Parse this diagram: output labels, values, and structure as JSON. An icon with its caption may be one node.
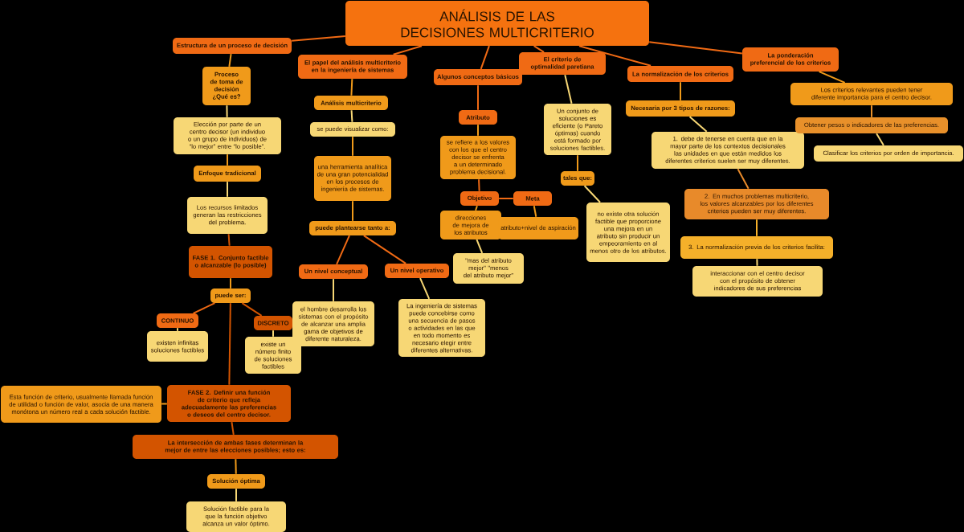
{
  "diagram": {
    "nodes": [
      {
        "text": [
          "ANÁLISIS DE LAS DECISIONES MULTICRITERIO"
        ]
      },
      {
        "text": [
          "Estructura de un proceso de decisión"
        ]
      },
      {
        "text": [
          "Proceso de toma de decisión ¿Qué es?"
        ]
      },
      {
        "text": [
          "Elección por parte de un centro decisor (un individuo o un grupo de individuos) de “lo mejor” entre “lo posible”."
        ]
      },
      {
        "text": [
          "Enfoque tradicional"
        ]
      },
      {
        "text": [
          "Los recursos limitados generan las restricciones del problema."
        ]
      },
      {
        "text": [
          "FASE 1. Conjunto factible o alcanzable (lo posible)"
        ]
      },
      {
        "text": [
          "puede ser:"
        ]
      },
      {
        "text": [
          "CONTINUO"
        ]
      },
      {
        "text": [
          "existen infinitas soluciones factibles"
        ]
      },
      {
        "text": [
          "DISCRETO"
        ]
      },
      {
        "text": [
          "existe un número finito de soluciones factibles"
        ]
      },
      {
        "text": [
          "Esta función de criterio, usualmente llamada función de utilidad o función de valor, asocia de una manera monótona un número real a cada solución factible."
        ]
      },
      {
        "text": [
          "FASE 2. Definir una función de criterio que refleja adecuadamente las preferencias o deseos del centro decisor."
        ]
      },
      {
        "text": [
          "La intersección de ambas fases determinan la mejor de entre las elecciones posibles; esto es:"
        ]
      },
      {
        "text": [
          "Solución óptima"
        ]
      },
      {
        "text": [
          "Solución factible para la que la función objetivo alcanza un valor óptimo."
        ]
      },
      {
        "text": [
          "El papel del análisis multicriterio en la ingeniería de sistemas"
        ]
      },
      {
        "text": [
          "Análisis multicriterio"
        ]
      },
      {
        "text": [
          "se puede visualizar como:"
        ]
      },
      {
        "text": [
          "una herramienta analítica de una gran potencialidad en los procesos de ingeniería de sistemas."
        ]
      },
      {
        "text": [
          "puede plantearse tanto a:"
        ]
      },
      {
        "text": [
          "Un nivel conceptual"
        ]
      },
      {
        "text": [
          "Un nivel operativo"
        ]
      },
      {
        "text": [
          "el hombre desarrolla los sistemas con el propósito de alcanzar una amplia gama de objetivos de diferente naturaleza."
        ]
      },
      {
        "text": [
          "La ingeniería de sistemas puede concebirse como una secuencia de pasos o actividades en las que en todo momento es necesario elegir entre diferentes alternativas."
        ]
      },
      {
        "text": [
          "Algunos conceptos básicos"
        ]
      },
      {
        "text": [
          "Atributo"
        ]
      },
      {
        "text": [
          "se refiere a los valores con los que el centro decisor se enfrenta a un determinado problema decisional."
        ]
      },
      {
        "text": [
          "Objetivo"
        ]
      },
      {
        "text": [
          "Meta"
        ]
      },
      {
        "text": [
          "direcciones de mejora de los atributos"
        ]
      },
      {
        "text": [
          "atributo+nivel de aspiración"
        ]
      },
      {
        "text": [
          "\"mas del atributo mejor\" \"menos del atributo mejor\""
        ]
      },
      {
        "text": [
          "El criterio de optimalidad paretiana"
        ]
      },
      {
        "text": [
          "Un conjunto de soluciones es eficiente (o Pareto óptimas) cuando está formado por soluciones factibles."
        ]
      },
      {
        "text": [
          "tales que:"
        ]
      },
      {
        "text": [
          "no existe otra solución factible que proporcione una mejora en un atributo sin producir un empeoramiento en al menos otro de los atributos."
        ]
      },
      {
        "text": [
          "La normalización de los criterios"
        ]
      },
      {
        "text": [
          "Necesaria por 3 tipos de razones:"
        ]
      },
      {
        "text": [
          "1. debe de tenerse en cuenta que en la mayor parte de los contextos decisionales las unidades en que están medidos los diferentes criterios suelen ser muy diferentes."
        ]
      },
      {
        "text": [
          "2. En muchos problemas multicriterio, los valores alcanzables por los diferentes criterios pueden ser muy diferentes."
        ]
      },
      {
        "text": [
          "3. La normalización previa de los criterios facilita:"
        ]
      },
      {
        "text": [
          "interaccionar con el centro decisor con el propósito de obtener indicadores de sus preferencias"
        ]
      },
      {
        "text": [
          "La ponderación preferencial de los criterios"
        ]
      },
      {
        "text": [
          "Los criterios relevantes pueden tener diferente importancia para el centro decisor."
        ]
      },
      {
        "text": [
          "Obtener pesos o indicadores de las preferencias."
        ]
      },
      {
        "text": [
          "Clasificar los criterios por orden de importancia."
        ]
      }
    ],
    "edges": [
      {
        "from": 0,
        "to": 1,
        "arrow": "none"
      },
      {
        "from": 1,
        "to": 2,
        "arrow": "none"
      },
      {
        "from": 2,
        "to": 3,
        "arrow": "none",
        "color": "#f7d775"
      },
      {
        "from": 3,
        "to": 4,
        "arrow": "none"
      },
      {
        "from": 4,
        "to": 5,
        "arrow": "none",
        "color": "#f7d775"
      },
      {
        "from": 5,
        "to": 6,
        "arrow": "none"
      },
      {
        "from": 6,
        "to": 7,
        "arrow": "none"
      },
      {
        "from": 7,
        "to": 8,
        "arrow": "none"
      },
      {
        "from": 7,
        "to": 10,
        "arrow": "none"
      },
      {
        "from": 8,
        "to": 9,
        "arrow": "none",
        "color": "#f7d775"
      },
      {
        "from": 10,
        "to": 11,
        "arrow": "none",
        "color": "#f7d775"
      },
      {
        "from": 7,
        "to": 13,
        "arrow": "none"
      },
      {
        "from": 13,
        "to": 12,
        "arrow": "none"
      },
      {
        "from": 13,
        "to": 14,
        "arrow": "none"
      },
      {
        "from": 14,
        "to": 15,
        "arrow": "none"
      },
      {
        "from": 15,
        "to": 16,
        "arrow": "none",
        "color": "#f7d775"
      },
      {
        "from": 0,
        "to": 17,
        "arrow": "none"
      },
      {
        "from": 17,
        "to": 18,
        "arrow": "none"
      },
      {
        "from": 18,
        "to": 19,
        "arrow": "none",
        "color": "#f7d775"
      },
      {
        "from": 19,
        "to": 20,
        "arrow": "none"
      },
      {
        "from": 20,
        "to": 21,
        "arrow": "none"
      },
      {
        "from": 21,
        "to": 22,
        "arrow": "none"
      },
      {
        "from": 21,
        "to": 23,
        "arrow": "none"
      },
      {
        "from": 22,
        "to": 24,
        "arrow": "none",
        "color": "#f7d775"
      },
      {
        "from": 23,
        "to": 25,
        "arrow": "none",
        "color": "#f7d775"
      },
      {
        "from": 0,
        "to": 26,
        "arrow": "none"
      },
      {
        "from": 26,
        "to": 27,
        "arrow": "none"
      },
      {
        "from": 27,
        "to": 28,
        "arrow": "none"
      },
      {
        "from": 28,
        "to": 29,
        "arrow": "none"
      },
      {
        "from": 29,
        "to": 30,
        "arrow": "none"
      },
      {
        "from": 29,
        "to": 31,
        "arrow": "none"
      },
      {
        "from": 30,
        "to": 32,
        "arrow": "none"
      },
      {
        "from": 31,
        "to": 33,
        "arrow": "none",
        "color": "#f7d775"
      },
      {
        "from": 0,
        "to": 34,
        "arrow": "none"
      },
      {
        "from": 34,
        "to": 35,
        "arrow": "none",
        "color": "#f7d775"
      },
      {
        "from": 35,
        "to": 36,
        "arrow": "none"
      },
      {
        "from": 36,
        "to": 37,
        "arrow": "none",
        "color": "#f7d775"
      },
      {
        "from": 0,
        "to": 38,
        "arrow": "none"
      },
      {
        "from": 38,
        "to": 39,
        "arrow": "none"
      },
      {
        "from": 39,
        "to": 40,
        "arrow": "none",
        "color": "#f7d775"
      },
      {
        "from": 40,
        "to": 41,
        "arrow": "none"
      },
      {
        "from": 41,
        "to": 42,
        "arrow": "none"
      },
      {
        "from": 42,
        "to": 43,
        "arrow": "none",
        "color": "#f7d775"
      },
      {
        "from": 0,
        "to": 44,
        "arrow": "none"
      },
      {
        "from": 44,
        "to": 45,
        "arrow": "none"
      },
      {
        "from": 45,
        "to": 46,
        "arrow": "none"
      },
      {
        "from": 46,
        "to": 47,
        "arrow": "none",
        "color": "#f7d775"
      }
    ]
  }
}
